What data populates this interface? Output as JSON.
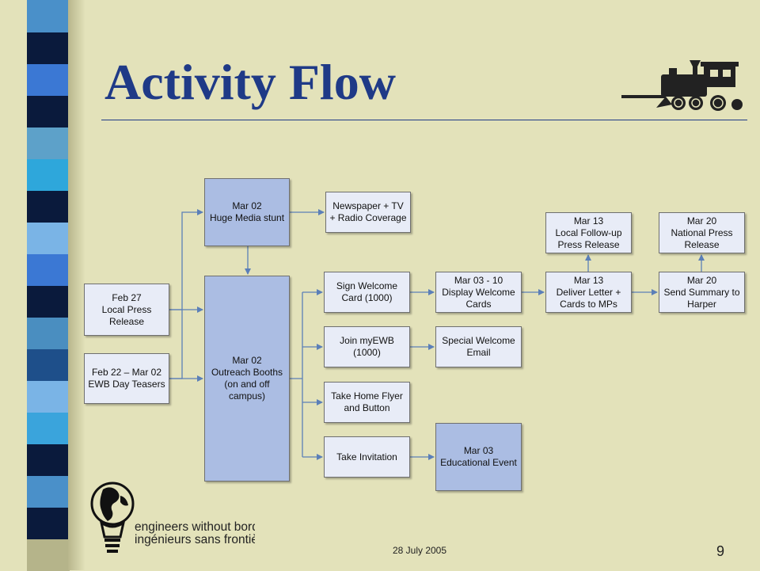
{
  "slide": {
    "title": "Activity Flow",
    "date": "28 July 2005",
    "number": "9"
  },
  "logo": {
    "line1": "engineers without borders",
    "line2": "ingénieurs sans frontières"
  },
  "colors": {
    "title": "#1f3a87",
    "background": "#e3e2ba",
    "box_light": "#e8ecf7",
    "box_dark": "#abbde3",
    "connector": "#5b7fb8"
  },
  "stripes": [
    {
      "color": "#4a90c9"
    },
    {
      "color": "#0a1a3c"
    },
    {
      "color": "#3b78d4"
    },
    {
      "color": "#0a1a3c"
    },
    {
      "color": "#5da1c9"
    },
    {
      "color": "#2ea7db"
    },
    {
      "color": "#0a1a3c"
    },
    {
      "color": "#7ab4e6"
    },
    {
      "color": "#3b78d4"
    },
    {
      "color": "#0a1a3c"
    },
    {
      "color": "#4a8ec0"
    },
    {
      "color": "#1e4f8a"
    },
    {
      "color": "#7ab4e6"
    },
    {
      "color": "#3aa4dc"
    },
    {
      "color": "#0a1a3c"
    },
    {
      "color": "#4a90c9"
    },
    {
      "color": "#0a1a3c"
    },
    {
      "color": "#b5b48a"
    }
  ],
  "nodes": {
    "feb27": {
      "lines": [
        "Feb 27",
        "Local Press",
        "Release"
      ]
    },
    "teasers": {
      "lines": [
        "Feb 22 – Mar 02",
        "EWB Day Teasers"
      ]
    },
    "media_stunt": {
      "lines": [
        "Mar 02",
        "Huge Media stunt"
      ]
    },
    "outreach": {
      "lines": [
        "Mar 02",
        "Outreach Booths",
        "(on and off",
        "campus)"
      ]
    },
    "coverage": {
      "lines": [
        "Newspaper + TV",
        "+ Radio Coverage"
      ]
    },
    "sign_card": {
      "lines": [
        "Sign Welcome",
        "Card (1000)"
      ]
    },
    "join": {
      "lines": [
        "Join myEWB",
        "(1000)"
      ]
    },
    "flyer": {
      "lines": [
        "Take Home Flyer",
        "and Button"
      ]
    },
    "invitation": {
      "lines": [
        "Take Invitation"
      ]
    },
    "display": {
      "lines": [
        "Mar 03 - 10",
        "Display Welcome",
        "Cards"
      ]
    },
    "email": {
      "lines": [
        "Special Welcome",
        "Email"
      ]
    },
    "event": {
      "lines": [
        "Mar 03",
        "Educational Event"
      ]
    },
    "deliver": {
      "lines": [
        "Mar 13",
        "Deliver Letter +",
        "Cards to MPs"
      ]
    },
    "followup": {
      "lines": [
        "Mar 13",
        "Local Follow-up",
        "Press Release"
      ]
    },
    "summary": {
      "lines": [
        "Mar 20",
        "Send Summary to",
        "Harper"
      ]
    },
    "national": {
      "lines": [
        "Mar 20",
        "National Press",
        "Release"
      ]
    }
  }
}
